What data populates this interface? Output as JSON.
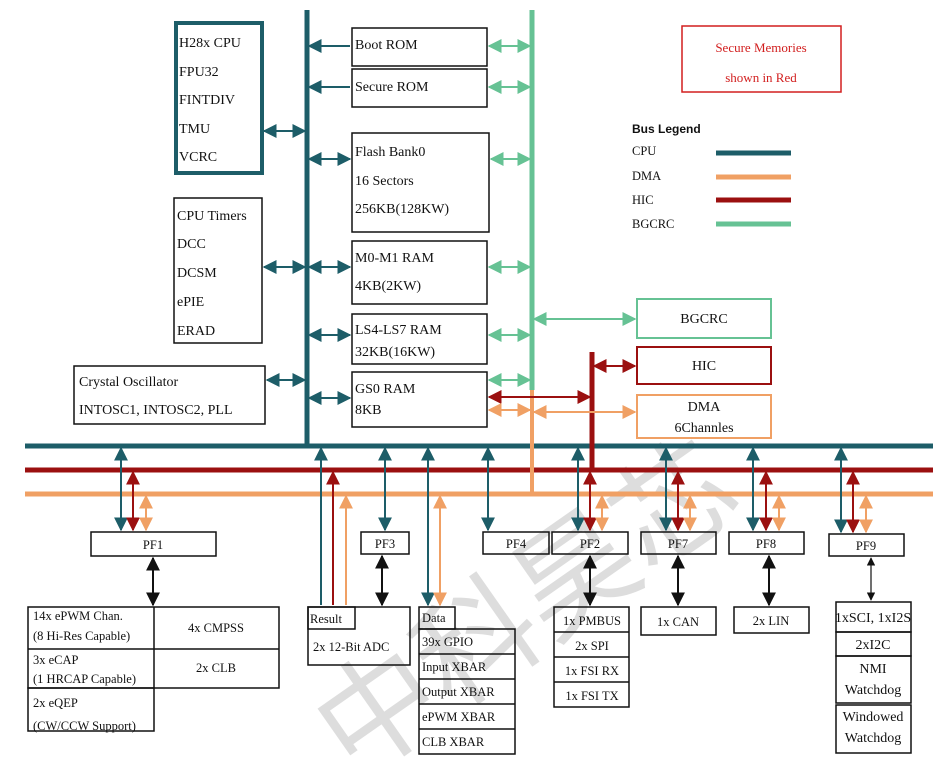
{
  "cpu_box": {
    "lines": [
      "H28x CPU",
      "FPU32",
      "FINTDIV",
      "TMU",
      "VCRC"
    ]
  },
  "periph_box": {
    "lines": [
      "CPU Timers",
      "DCC",
      "DCSM",
      "ePIE",
      "ERAD"
    ]
  },
  "osc_box": {
    "lines": [
      "Crystal Oscillator",
      "INTOSC1, INTOSC2, PLL"
    ]
  },
  "memories": {
    "boot_rom": "Boot ROM",
    "secure_rom": "Secure ROM",
    "flash": [
      "Flash Bank0",
      "16 Sectors",
      "256KB(128KW)"
    ],
    "m0m1": [
      "M0-M1 RAM",
      "4KB(2KW)"
    ],
    "ls": [
      "LS4-LS7 RAM",
      "32KB(16KW)"
    ],
    "gs0": [
      "GS0 RAM",
      "8KB"
    ]
  },
  "secure_note": [
    "Secure Memories",
    "shown in Red"
  ],
  "legend": {
    "title": "Bus Legend",
    "items": [
      {
        "label": "CPU",
        "color": "#1d5d68"
      },
      {
        "label": "DMA",
        "color": "#f0a064"
      },
      {
        "label": "HIC",
        "color": "#9b1010"
      },
      {
        "label": "BGCRC",
        "color": "#66c294"
      }
    ]
  },
  "masters": {
    "bgcrc": "BGCRC",
    "hic": "HIC",
    "dma": [
      "DMA",
      "6Channles"
    ]
  },
  "pf": [
    "PF1",
    "PF3",
    "PF4",
    "PF2",
    "PF7",
    "PF8",
    "PF9"
  ],
  "pf1_table": {
    "left": [
      [
        "14x ePWM Chan.",
        "(8 Hi-Res Capable)"
      ],
      [
        "3x eCAP",
        "(1 HRCAP Capable)"
      ],
      [
        "2x eQEP",
        "(CW/CCW Support)"
      ]
    ],
    "right": [
      "4x CMPSS",
      "2x CLB"
    ]
  },
  "adc": {
    "header": "Result",
    "label": "2x 12-Bit ADC"
  },
  "gpio": {
    "header": "Data",
    "rows": [
      "39x GPIO",
      "Input XBAR",
      "Output XBAR",
      "ePWM XBAR",
      "CLB XBAR"
    ]
  },
  "pf2_rows": [
    "1x PMBUS",
    "2x SPI",
    "1x FSI RX",
    "1x FSI TX"
  ],
  "can": "1x CAN",
  "lin": "2x LIN",
  "pf9_rows": [
    "1xSCI, 1xI2S",
    "2xI2C",
    [
      "NMI",
      "Watchdog"
    ],
    [
      "Windowed",
      "Watchdog"
    ]
  ],
  "watermark": "中科昊芯"
}
